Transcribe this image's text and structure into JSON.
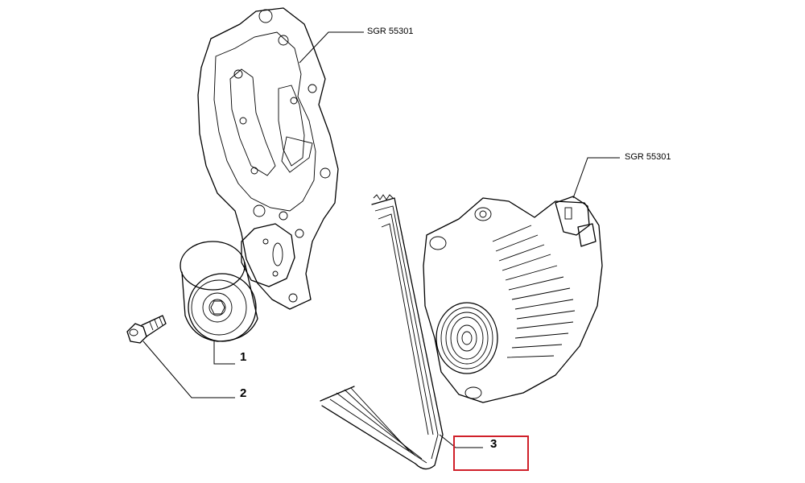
{
  "references": {
    "top_ref": "SGR 55301",
    "right_ref": "SGR 55301"
  },
  "callouts": [
    "1",
    "2",
    "3"
  ],
  "highlight": {
    "callout": "3",
    "color": "#d0202a"
  }
}
